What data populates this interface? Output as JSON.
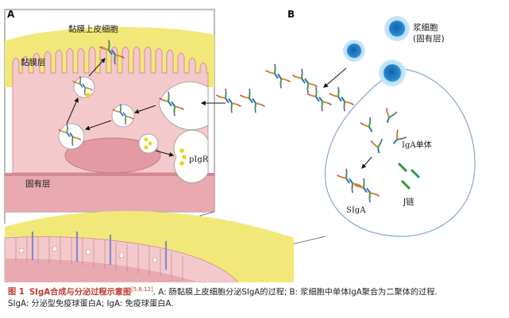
{
  "panel_a": {
    "letter": "A",
    "epithelium_label": "黏膜上皮细胞",
    "mucus_label": "黏膜层",
    "lamina_label": "固有层",
    "receptor_label": "pIgR"
  },
  "panel_b": {
    "letter": "B",
    "plasma_cell_label_1": "浆细胞",
    "plasma_cell_label_2": "(固有层)",
    "monomer_label": "IgA单体",
    "jchain_label": "J链",
    "siga_label": "SIgA"
  },
  "caption": {
    "figure_number": "图 1",
    "title": "SIgA合成与分泌过程示意图",
    "refs": "[5,6,12]",
    "line1_rest": ". A: 肠黏膜上皮细胞分泌SIgA的过程; B: 浆细胞中单体IgA聚合为二聚体的过程.",
    "line2": "SIgA: 分泌型免疫球蛋白A; IgA: 免疫球蛋白A."
  },
  "colors": {
    "mucus": "#f2e879",
    "epithelium": "#f4c9cc",
    "lamina": "#e8a9b0",
    "plasma_cell": "#1b7fc6",
    "jchain": "#2e9b3e"
  }
}
